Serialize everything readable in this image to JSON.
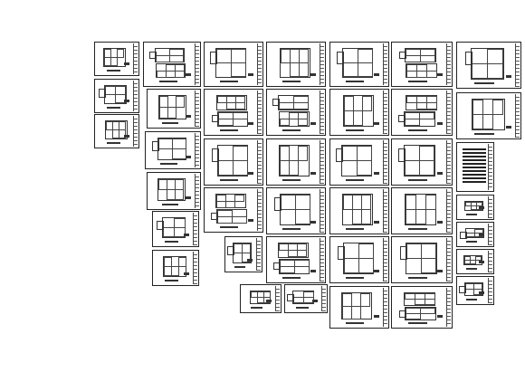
{
  "drawing_set": {
    "columns": [
      {
        "id": "col-1",
        "sheet_count": 3
      },
      {
        "id": "col-2",
        "sheet_count": 6
      },
      {
        "id": "col-3",
        "sheet_count": 5
      },
      {
        "id": "col-4",
        "sheet_count": 5
      },
      {
        "id": "col-5",
        "sheet_count": 6
      },
      {
        "id": "col-6",
        "sheet_count": 6
      },
      {
        "id": "col-7",
        "sheet_count": 9
      }
    ],
    "total_sheets": 40,
    "style": {
      "line_color": "#222222",
      "background": "#ffffff"
    }
  }
}
